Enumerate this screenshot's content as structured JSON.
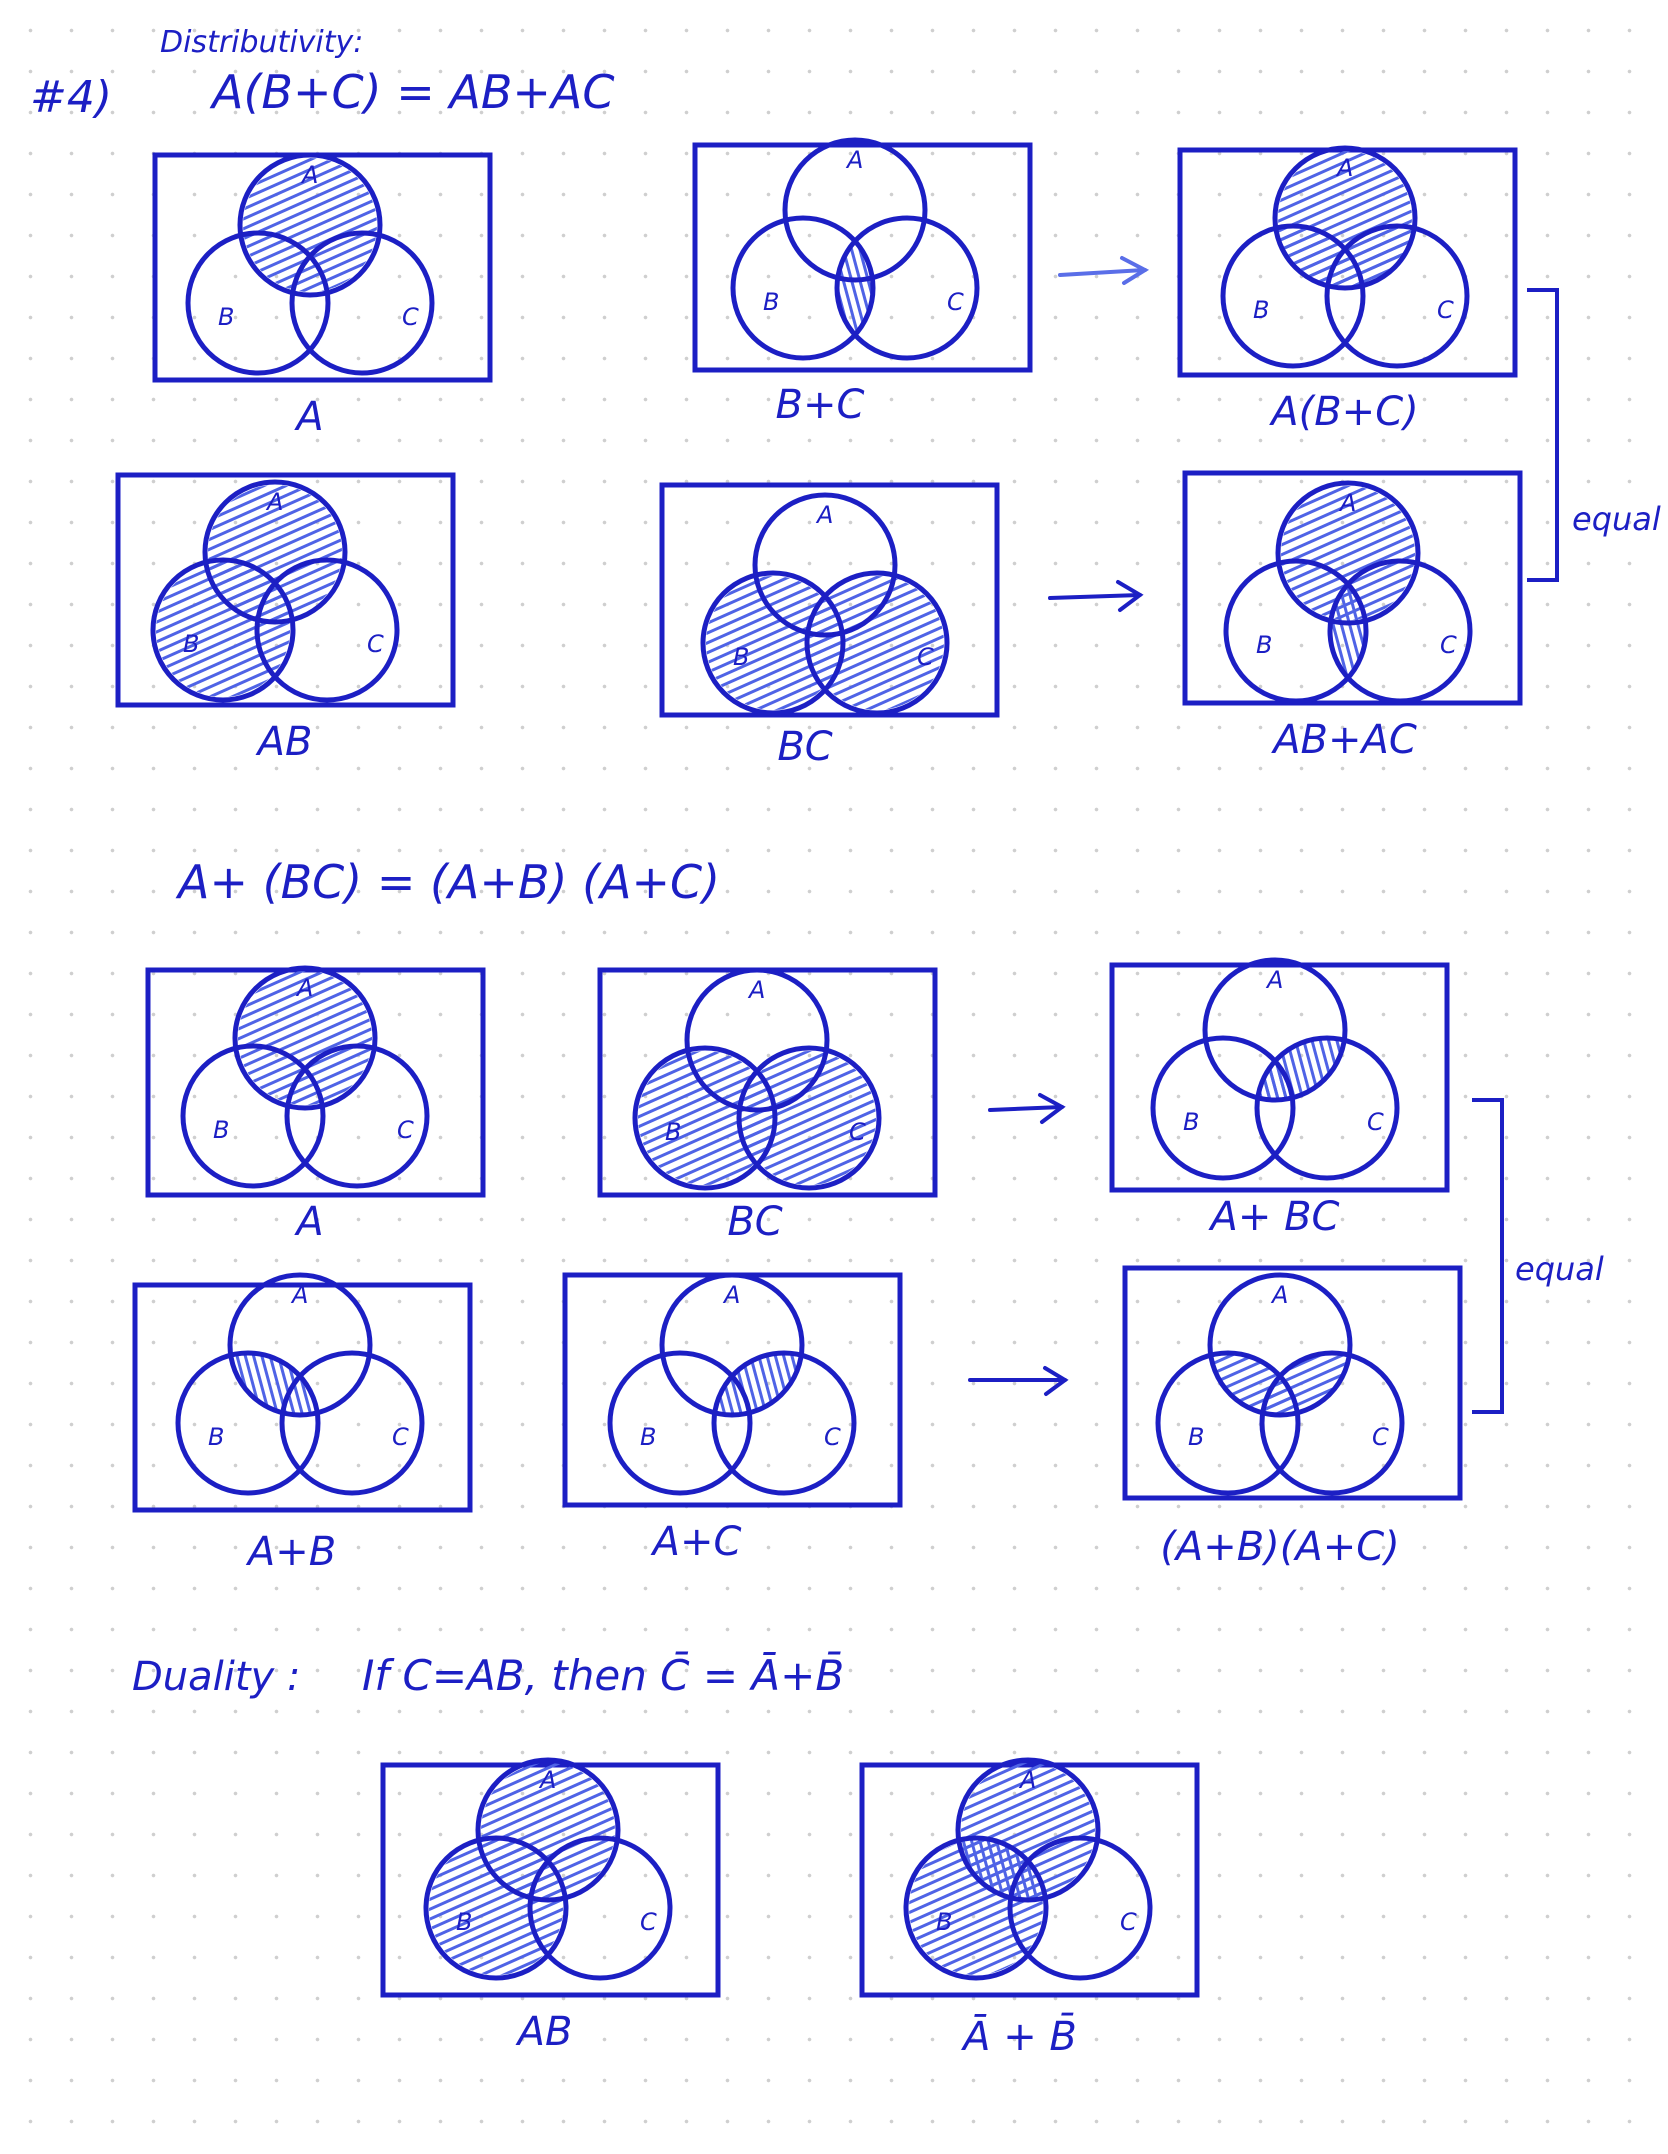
{
  "header": {
    "heading": "Distributivity:",
    "problem_number": "#4)",
    "equation_1": "A(B+C) = AB+AC",
    "equation_2": "A+ (BC) = (A+B) (A+C)",
    "duality_label": "Duality :",
    "duality_statement": "If C=AB, then C̄ = Ā+B̄"
  },
  "colors": {
    "ink": "#1c1fc4",
    "hatch": "#4f63e6",
    "background": "#ffffff",
    "grid_dot": "#cfcfcf"
  },
  "circle_labels": {
    "a": "A",
    "b": "B",
    "c": "C"
  },
  "diagrams": [
    {
      "id": "d1",
      "caption": "A",
      "shaded_regions": [
        "A"
      ]
    },
    {
      "id": "d2",
      "caption": "B+C",
      "shaded_regions": [
        "B∩C"
      ]
    },
    {
      "id": "d3",
      "caption": "A(B+C)",
      "shaded_regions": [
        "A",
        "A∩(B∪C)"
      ]
    },
    {
      "id": "d4",
      "caption": "AB",
      "shaded_regions": [
        "A",
        "B"
      ]
    },
    {
      "id": "d5",
      "caption": "BC",
      "shaded_regions": [
        "B",
        "C"
      ]
    },
    {
      "id": "d6",
      "caption": "AB+AC",
      "shaded_regions": [
        "A",
        "B∩C"
      ]
    },
    {
      "id": "d7",
      "caption": "A",
      "shaded_regions": [
        "A"
      ]
    },
    {
      "id": "d8",
      "caption": "BC",
      "shaded_regions": [
        "B",
        "C"
      ]
    },
    {
      "id": "d9",
      "caption": "A+ BC",
      "shaded_regions": [
        "A∩C",
        "A∩B∩C"
      ]
    },
    {
      "id": "d10",
      "caption": "A+B",
      "shaded_regions": [
        "A∩B"
      ]
    },
    {
      "id": "d11",
      "caption": "A+C",
      "shaded_regions": [
        "A∩C"
      ]
    },
    {
      "id": "d12",
      "caption": "(A+B)(A+C)",
      "shaded_regions": [
        "A∩(B∪C)"
      ]
    },
    {
      "id": "d13",
      "caption": "AB",
      "shaded_regions": [
        "A",
        "B"
      ]
    },
    {
      "id": "d14",
      "caption": "Ā + B̄",
      "shaded_regions": [
        "A",
        "B",
        "A∩B"
      ]
    }
  ],
  "brackets": [
    {
      "label": "equal"
    },
    {
      "label": "equal"
    }
  ]
}
